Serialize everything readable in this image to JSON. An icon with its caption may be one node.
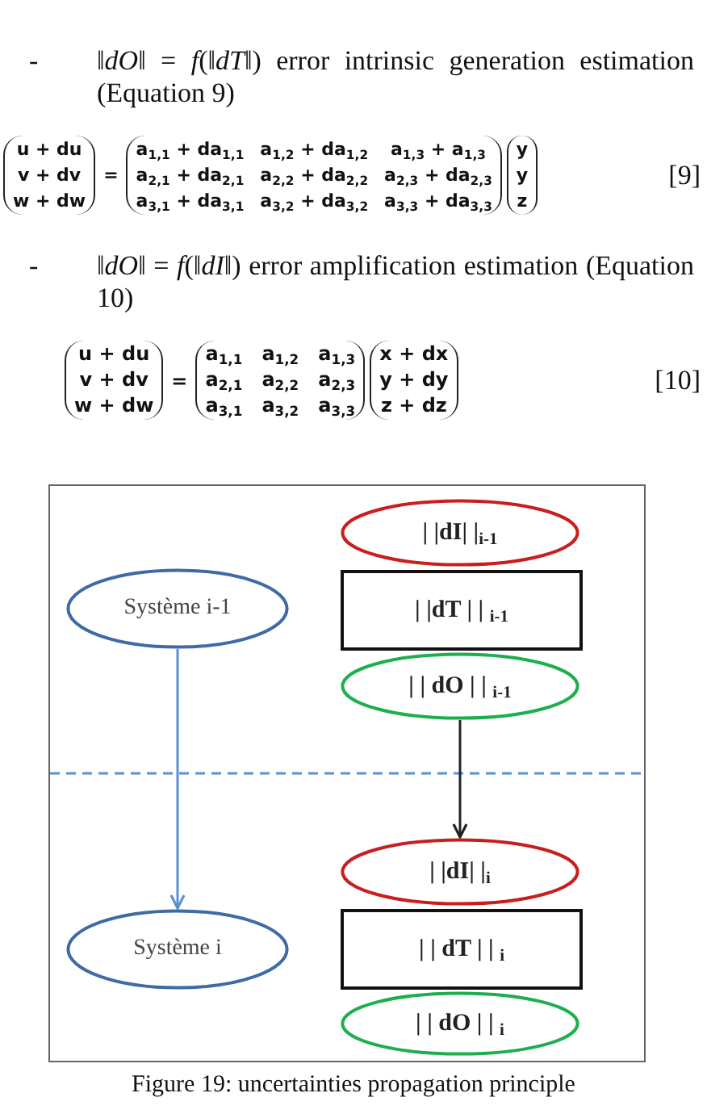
{
  "diagram": {
    "caption": "Figure 19: uncertainties propagation principle",
    "nodes": [
      {
        "text": [],
        "shape": "box"
      },
      {
        "text": [
          "Système i-1"
        ],
        "in": 0
      },
      {
        "text": [
          "| |dI| |$_{i-1}$"
        ],
        "in": 0
      },
      {
        "text": [
          "| |dT | | $_{i-1}$"
        ],
        "in": 0
      },
      {
        "text": [
          "| | dO | | $_{i-1}$"
        ],
        "in": 0
      },
      {
        "text": [
          "Système i"
        ],
        "in": 0
      },
      {
        "text": [
          "| |dI| |$_{i}$"
        ],
        "in": 0
      },
      {
        "text": [
          "| | dT | | $_{i}$"
        ],
        "in": 0
      },
      {
        "text": [
          "| | dO | | $_{i}$"
        ],
        "in": 0
      }
    ],
    "edges": [
      {
        "from": 1,
        "to": 5,
        "arrow": "to",
        "color": "#5b8fd6"
      },
      {
        "from": 4,
        "to": 6,
        "arrow": "to",
        "color": "#222222"
      }
    ],
    "labels": [
      "-",
      "‖*dO*‖ = *f*(‖*dT*‖) error intrinsic generation estimation (Equation 9)",
      "u + du",
      "v + dv",
      "w + dw",
      "=",
      "a$_{1,1}$ + da$_{1,1}$",
      "a$_{1,2}$ + da$_{1,2}$",
      "a$_{1,3}$ + a$_{1,3}$",
      "a$_{2,1}$ + da$_{2,1}$",
      "a$_{2,2}$ + da$_{2,2}$",
      "a$_{2,3}$ + da$_{2,3}$",
      "a$_{3,1}$ + da$_{3,1}$",
      "a$_{3,2}$ + da$_{3,2}$",
      "a$_{3,3}$ + da$_{3,3}$",
      "y",
      "y",
      "z",
      "[9]",
      "-",
      "‖*dO*‖ = *f*(‖*dI*‖) error amplification estimation (Equation 10)",
      "u + du",
      "v + dv",
      "w + dw",
      "=",
      "a$_{1,1}$",
      "a$_{1,2}$",
      "a$_{1,3}$",
      "a$_{2,1}$",
      "a$_{2,2}$",
      "a$_{2,3}$",
      "a$_{3,1}$",
      "a$_{3,2}$",
      "a$_{3,3}$",
      "x + dx",
      "y + dy",
      "z + dz",
      "[10]"
    ]
  }
}
